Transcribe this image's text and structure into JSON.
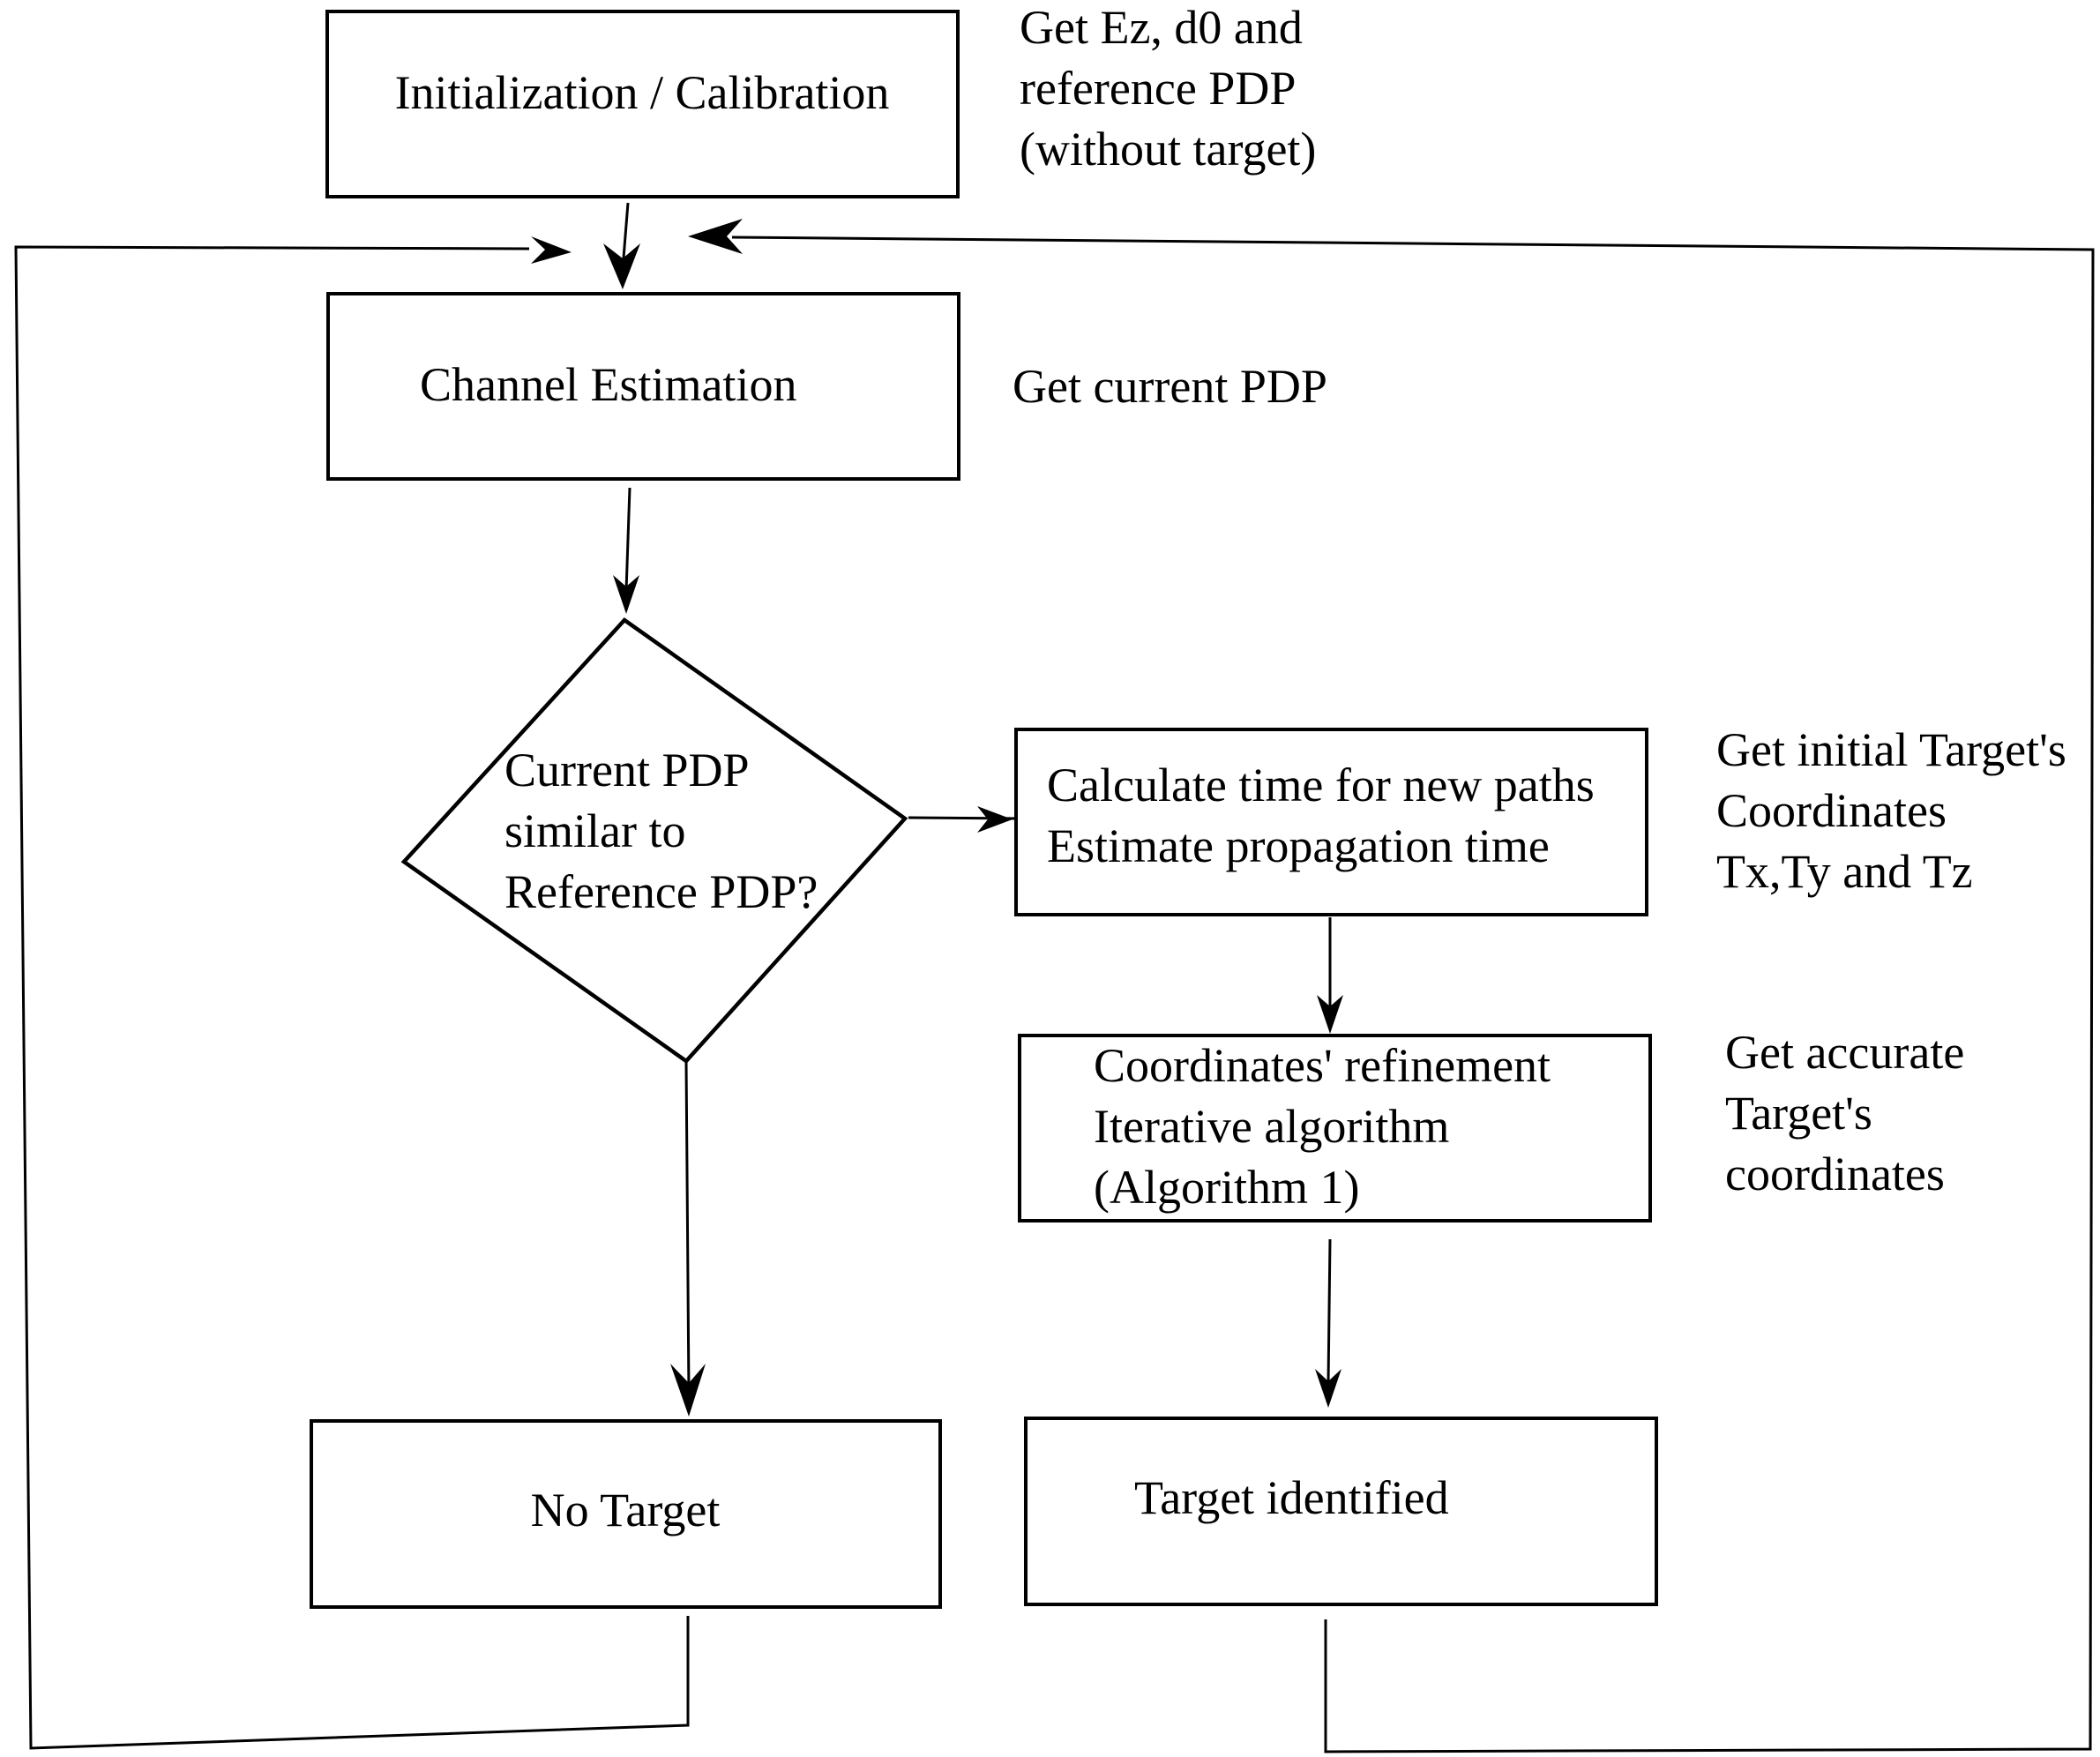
{
  "nodes": {
    "init": {
      "label": "Initialization / Calibration"
    },
    "channel": {
      "label": "Channel Estimation"
    },
    "decision": {
      "lines": [
        "Current PDP",
        "similar to",
        "Reference PDP?"
      ]
    },
    "calculate": {
      "lines": [
        "Calculate time for new paths",
        "Estimate propagation time"
      ]
    },
    "refine": {
      "lines": [
        "Coordinates' refinement",
        "Iterative algorithm",
        "(Algorithm 1)"
      ]
    },
    "no_target": {
      "label": "No Target"
    },
    "target": {
      "label": "Target identified"
    }
  },
  "annotations": {
    "init": [
      "Get Ez, d0 and",
      "reference PDP",
      "(without target)"
    ],
    "channel": [
      "Get current PDP"
    ],
    "calculate": [
      "Get initial Target's",
      "Coordinates",
      "Tx,Ty and Tz"
    ],
    "refine": [
      "Get accurate",
      "Target's",
      "coordinates"
    ]
  }
}
